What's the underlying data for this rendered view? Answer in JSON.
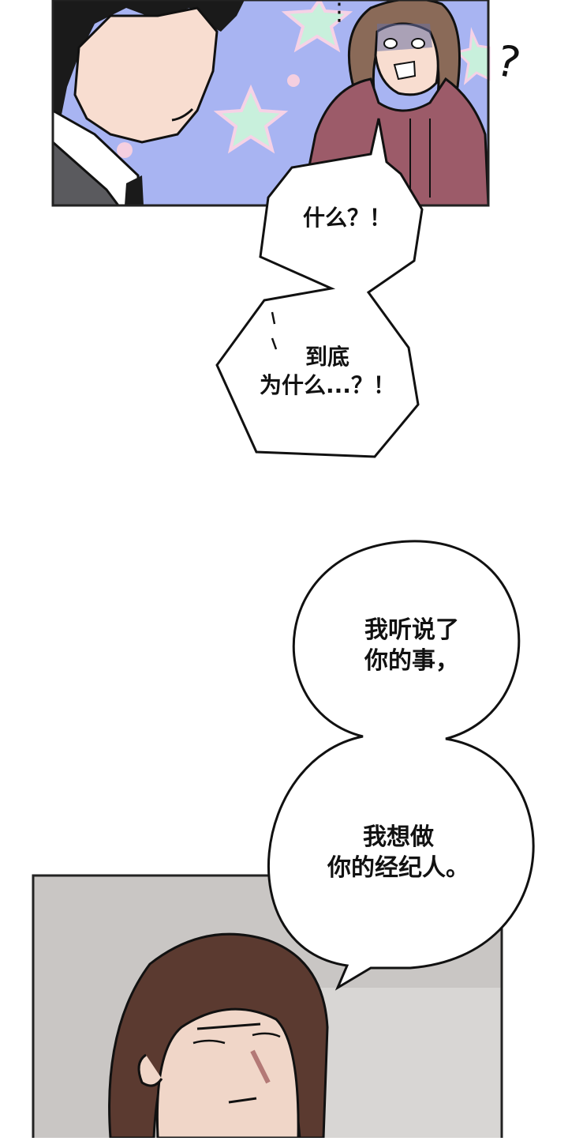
{
  "comic": {
    "panel_top": {
      "sfx_dots": "⋮",
      "sfx_question": "?"
    },
    "bubbles": [
      {
        "id": "b1",
        "lines": [
          "什么？！"
        ]
      },
      {
        "id": "b2",
        "lines": [
          "到底",
          "为什么...？！"
        ],
        "sfx": "' '"
      },
      {
        "id": "b3",
        "lines": [
          "我听说了",
          "你的事，"
        ]
      },
      {
        "id": "b4",
        "lines": [
          "我想做",
          "你的经纪人。"
        ]
      }
    ]
  },
  "colors": {
    "panel_bg_top": "#a8b4f2",
    "star": "#c8f0dc",
    "hoodie": "#9c5b69",
    "skin": "#f8ddd0",
    "hair_top": "#1a1a1a",
    "hair_woman": "#8a6a58",
    "hair_bottom": "#5b3a30",
    "panel_bg_bottom": "#c9c6c4"
  }
}
